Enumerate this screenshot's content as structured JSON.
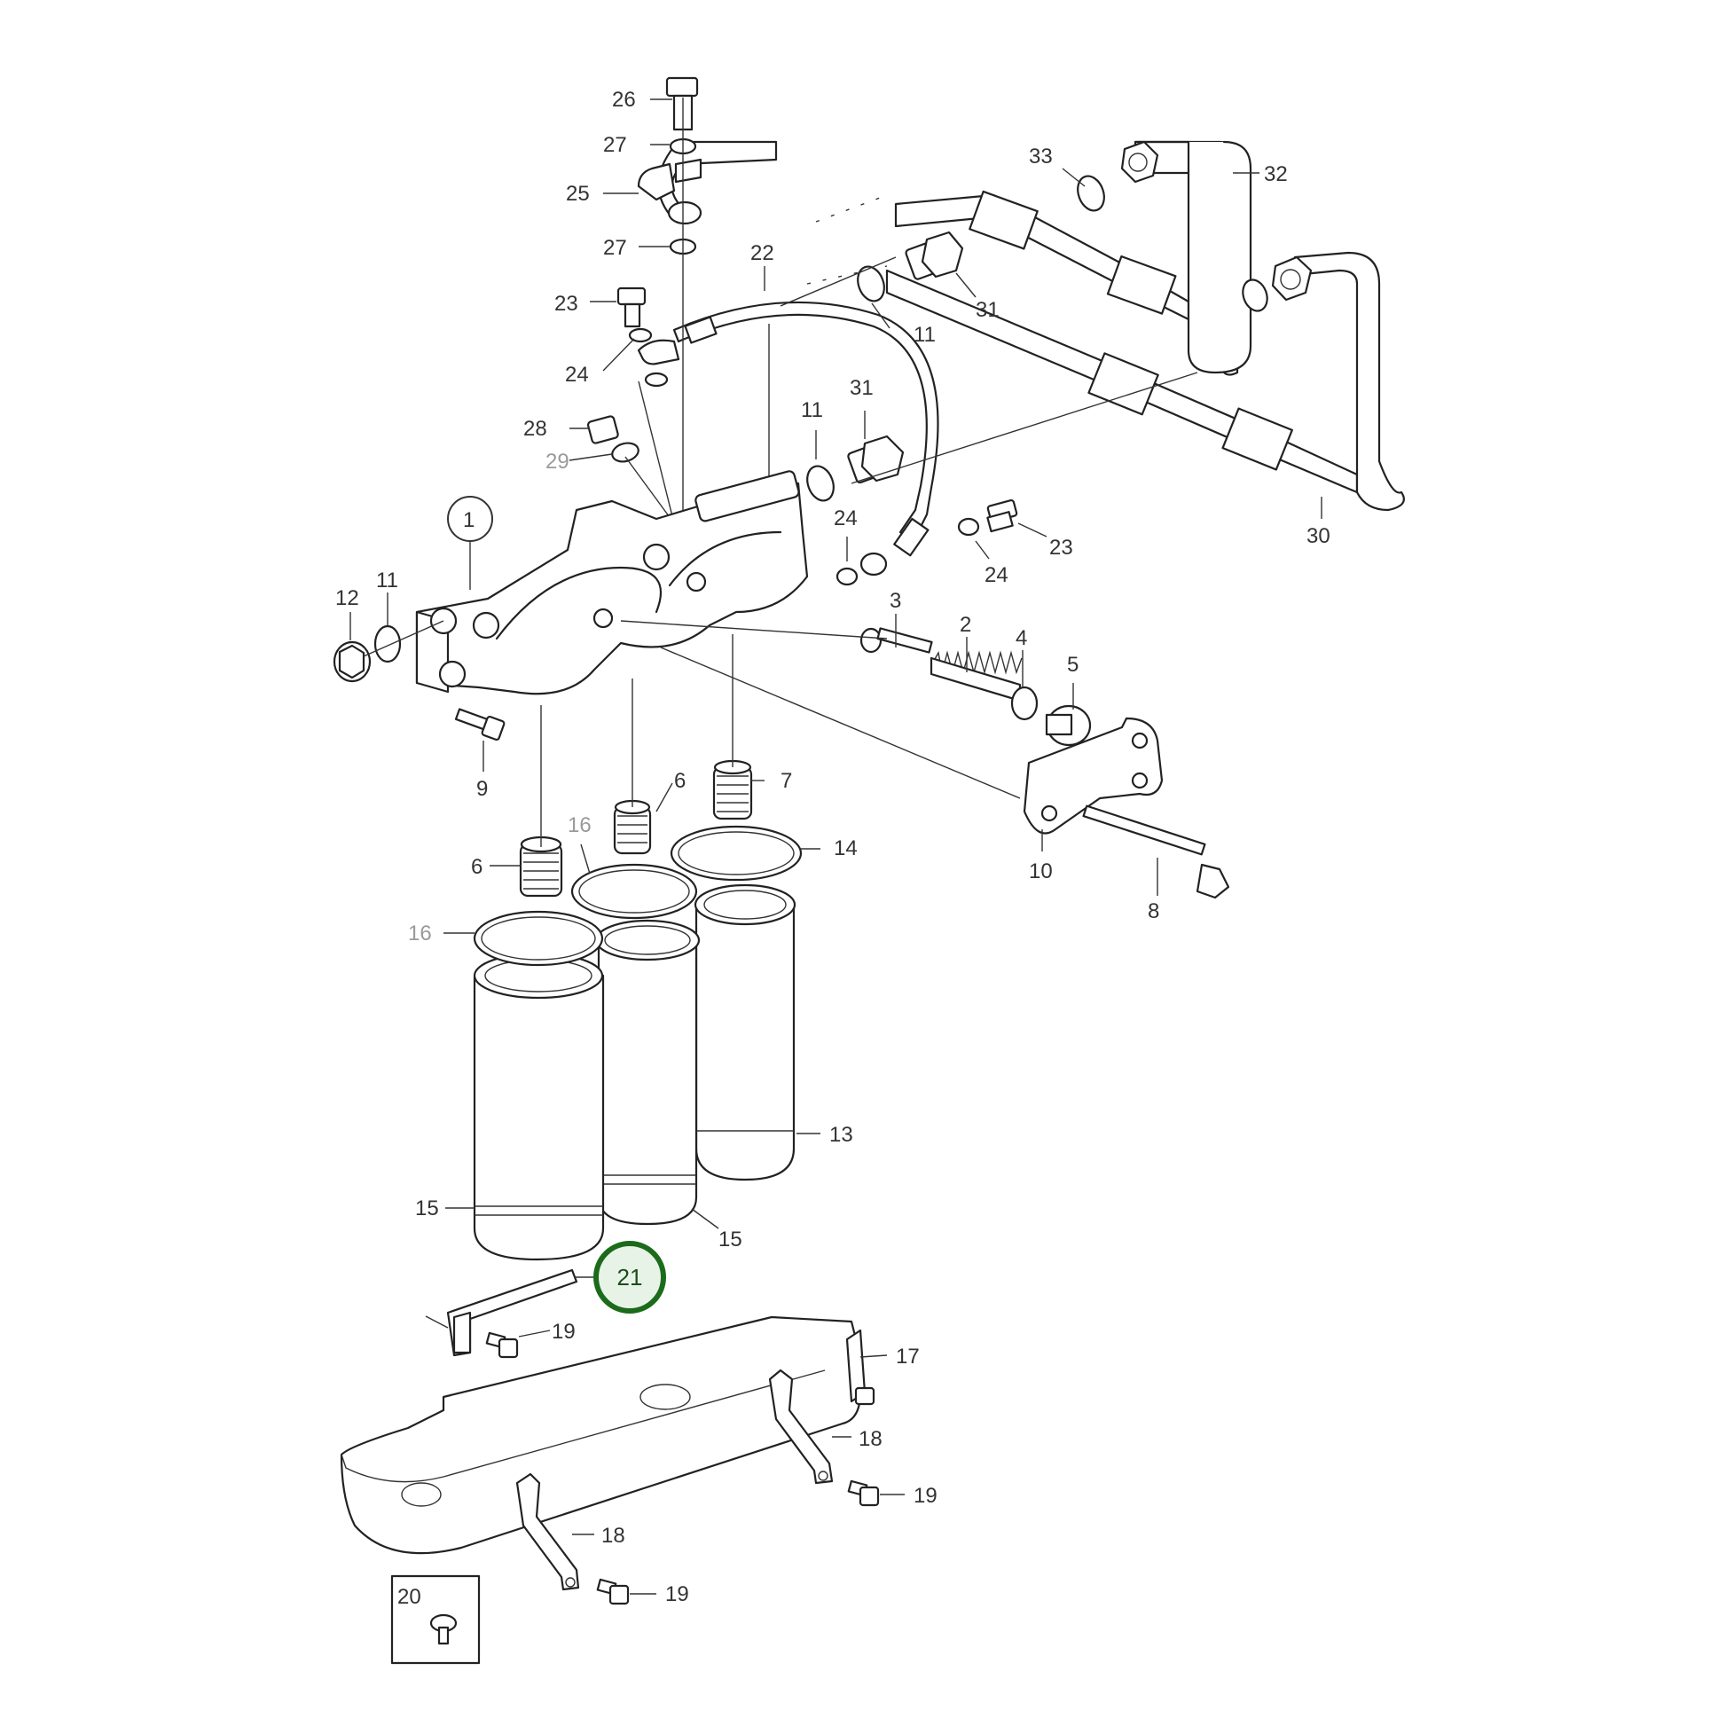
{
  "callouts": [
    {
      "id": "c26",
      "text": "26",
      "grey": false
    },
    {
      "id": "c27a",
      "text": "27",
      "grey": false
    },
    {
      "id": "c25",
      "text": "25",
      "grey": false
    },
    {
      "id": "c27b",
      "text": "27",
      "grey": false
    },
    {
      "id": "c22",
      "text": "22",
      "grey": false
    },
    {
      "id": "c23a",
      "text": "23",
      "grey": false
    },
    {
      "id": "c24a",
      "text": "24",
      "grey": false
    },
    {
      "id": "c28",
      "text": "28",
      "grey": false
    },
    {
      "id": "c29",
      "text": "29",
      "grey": true
    },
    {
      "id": "c33",
      "text": "33",
      "grey": false
    },
    {
      "id": "c32",
      "text": "32",
      "grey": false
    },
    {
      "id": "c31a",
      "text": "31",
      "grey": false
    },
    {
      "id": "c11a",
      "text": "11",
      "grey": false
    },
    {
      "id": "c31b",
      "text": "31",
      "grey": false
    },
    {
      "id": "c11b",
      "text": "11",
      "grey": false
    },
    {
      "id": "c24b",
      "text": "24",
      "grey": false
    },
    {
      "id": "c24c",
      "text": "24",
      "grey": false
    },
    {
      "id": "c23b",
      "text": "23",
      "grey": false
    },
    {
      "id": "c30",
      "text": "30",
      "grey": false
    },
    {
      "id": "c1",
      "text": "1",
      "grey": false
    },
    {
      "id": "c12",
      "text": "12",
      "grey": false
    },
    {
      "id": "c11c",
      "text": "11",
      "grey": false
    },
    {
      "id": "c3",
      "text": "3",
      "grey": false
    },
    {
      "id": "c2",
      "text": "2",
      "grey": false
    },
    {
      "id": "c4",
      "text": "4",
      "grey": false
    },
    {
      "id": "c5",
      "text": "5",
      "grey": false
    },
    {
      "id": "c9",
      "text": "9",
      "grey": false
    },
    {
      "id": "c6a",
      "text": "6",
      "grey": false
    },
    {
      "id": "c7",
      "text": "7",
      "grey": false
    },
    {
      "id": "c16a",
      "text": "16",
      "grey": true
    },
    {
      "id": "c14",
      "text": "14",
      "grey": false
    },
    {
      "id": "c6b",
      "text": "6",
      "grey": false
    },
    {
      "id": "c10",
      "text": "10",
      "grey": false
    },
    {
      "id": "c8",
      "text": "8",
      "grey": false
    },
    {
      "id": "c16b",
      "text": "16",
      "grey": true
    },
    {
      "id": "c13",
      "text": "13",
      "grey": false
    },
    {
      "id": "c15a",
      "text": "15",
      "grey": false
    },
    {
      "id": "c15b",
      "text": "15",
      "grey": false
    },
    {
      "id": "c19a",
      "text": "19",
      "grey": false
    },
    {
      "id": "c17",
      "text": "17",
      "grey": false
    },
    {
      "id": "c18a",
      "text": "18",
      "grey": false
    },
    {
      "id": "c19b",
      "text": "19",
      "grey": false
    },
    {
      "id": "c18b",
      "text": "18",
      "grey": false
    },
    {
      "id": "c19c",
      "text": "19",
      "grey": false
    },
    {
      "id": "c20",
      "text": "20",
      "grey": false
    }
  ],
  "highlight": {
    "text": "21",
    "stroke_color": "#1b6b1b",
    "fill_color": "#e8f3e8"
  },
  "colors": {
    "line": "#222222",
    "label": "#333333",
    "label_muted": "#9a9a9a"
  }
}
